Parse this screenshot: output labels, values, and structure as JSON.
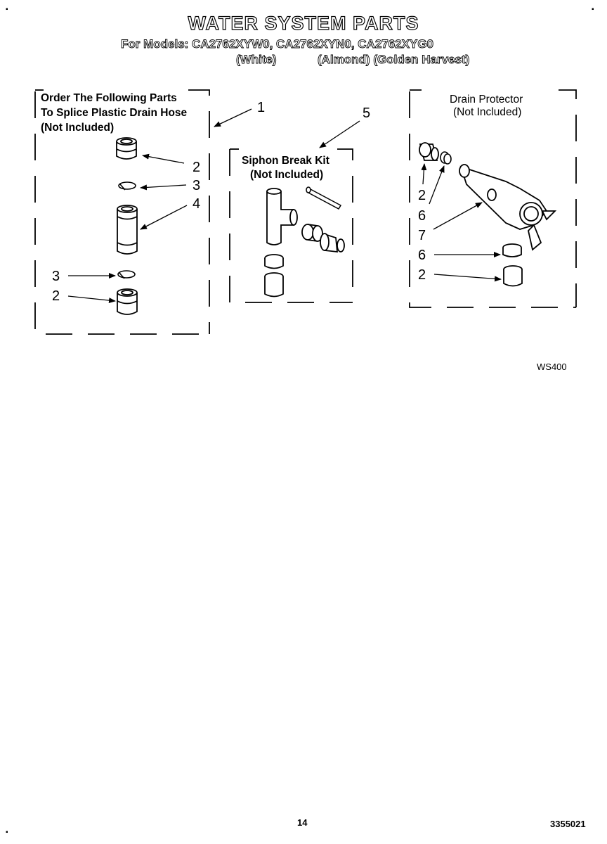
{
  "header": {
    "title": "WATER SYSTEM PARTS",
    "models_line": "For Models: CA2762XYW0, CA2762XYN0, CA2762XYG0",
    "color_white": "(White)",
    "color_others": "(Almond) (Golden Harvest)"
  },
  "boxes": {
    "splice": {
      "line1": "Order The Following Parts",
      "line2": "To Splice Plastic Drain Hose",
      "line3": "(Not Included)"
    },
    "siphon": {
      "line1": "Siphon Break Kit",
      "line2": "(Not Included)"
    },
    "drain": {
      "line1": "Drain Protector",
      "line2": "(Not Included)"
    }
  },
  "callouts": {
    "splice_box": "1",
    "splice_top_fitting": "2",
    "splice_top_clamp": "3",
    "splice_coupling": "4",
    "splice_bottom_clamp": "3",
    "splice_bottom_fitting": "2",
    "siphon_box": "5",
    "drain_top_fitting": "2",
    "drain_top_nut": "6",
    "drain_body": "7",
    "drain_bottom_nut": "6",
    "drain_bottom_fitting": "2"
  },
  "figure_code": "WS400",
  "footer": {
    "page_number": "14",
    "doc_number": "3355021"
  }
}
